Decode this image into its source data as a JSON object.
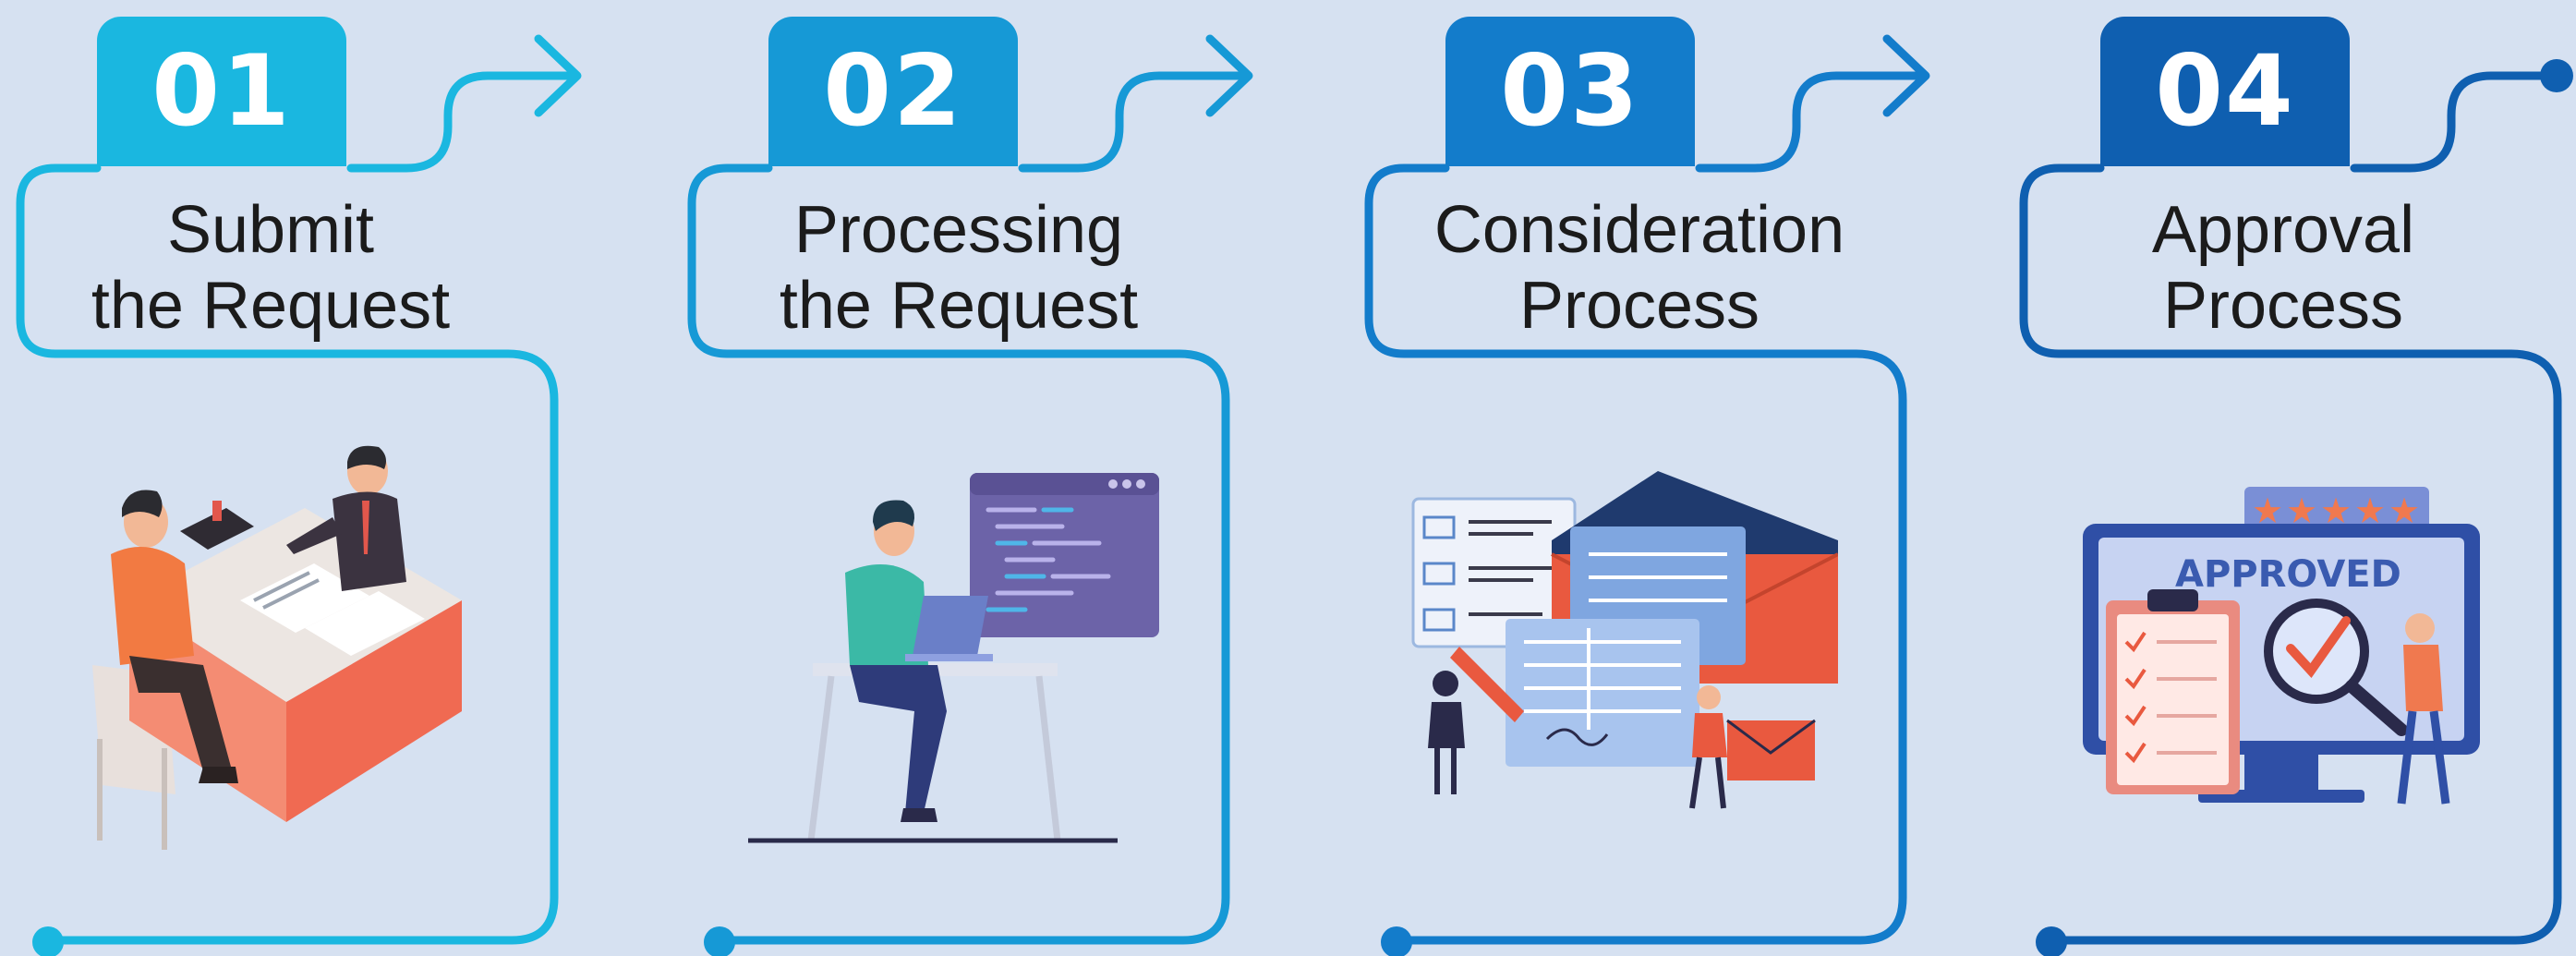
{
  "steps": [
    {
      "number": "01",
      "title_line1": "Submit",
      "title_line2": "the Request",
      "color": "#1ab7e0"
    },
    {
      "number": "02",
      "title_line1": "Processing",
      "title_line2": "the Request",
      "color": "#1699d6"
    },
    {
      "number": "03",
      "title_line1": "Consideration",
      "title_line2": "Process",
      "color": "#137ccb"
    },
    {
      "number": "04",
      "title_line1": "Approval",
      "title_line2": "Process",
      "color": "#0f5fb0"
    }
  ],
  "step4_illustration": {
    "stamp_text": "APPROVED",
    "rating_stars": 5
  }
}
